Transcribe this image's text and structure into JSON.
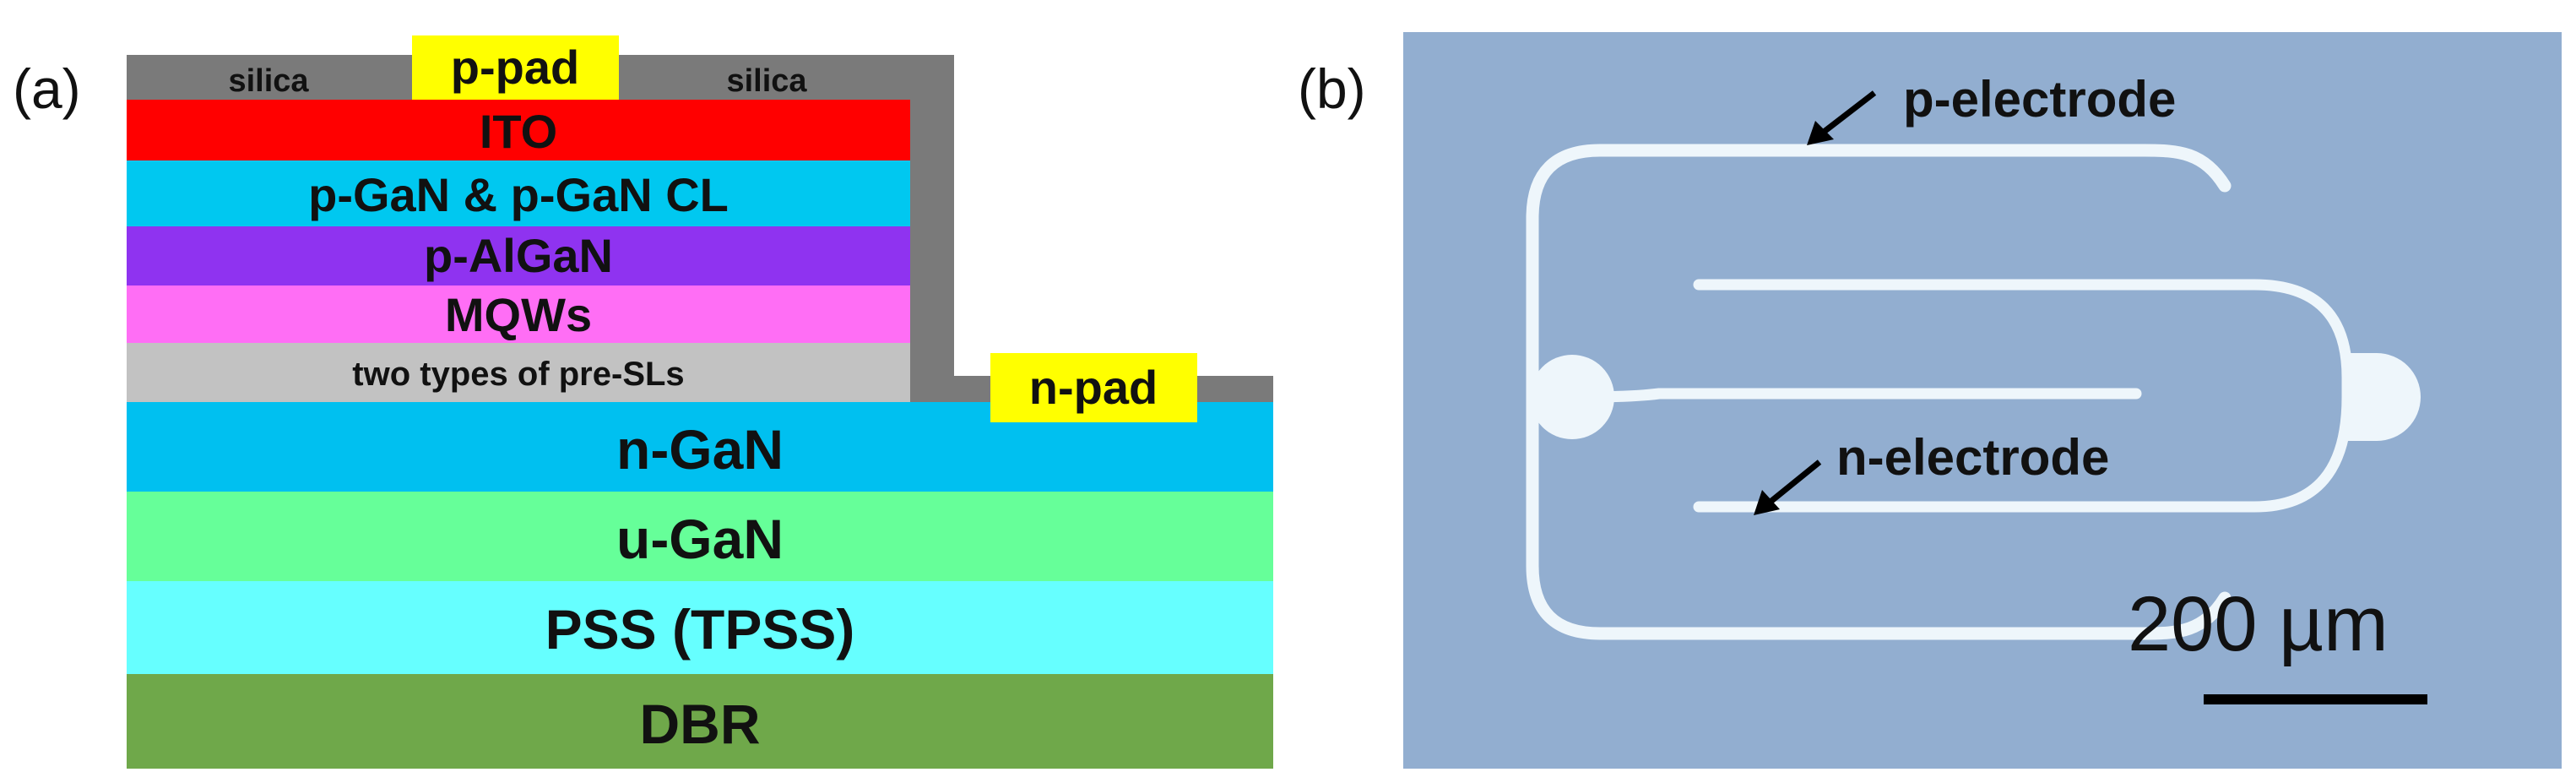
{
  "panel_a": {
    "label": "(a)",
    "pads": {
      "p_pad": "p-pad",
      "n_pad": "n-pad"
    },
    "silica_left": "silica",
    "silica_right": "silica",
    "layers": [
      {
        "label": "ITO",
        "color": "#ff0000"
      },
      {
        "label": "p-GaN & p-GaN CL",
        "color": "#00c8f0"
      },
      {
        "label": "p-AlGaN",
        "color": "#8f33f0"
      },
      {
        "label": "MQWs",
        "color": "#ff6ef5"
      },
      {
        "label": "two types of pre-SLs",
        "color": "#c2c2c2"
      },
      {
        "label": "n-GaN",
        "color": "#00c0f0"
      },
      {
        "label": "u-GaN",
        "color": "#66ff99"
      },
      {
        "label": "PSS (TPSS)",
        "color": "#66ffff"
      },
      {
        "label": "DBR",
        "color": "#6fa84a"
      }
    ],
    "colors": {
      "silica": "#7a7a7a",
      "pad": "#ffff00"
    }
  },
  "panel_b": {
    "label": "(b)",
    "p_electrode_label": "p-electrode",
    "n_electrode_label": "n-electrode",
    "scale_bar_label": "200 µm",
    "colors": {
      "substrate": "#92aed0",
      "electrode": "#eef6fb",
      "scale_bar": "#000000"
    }
  }
}
